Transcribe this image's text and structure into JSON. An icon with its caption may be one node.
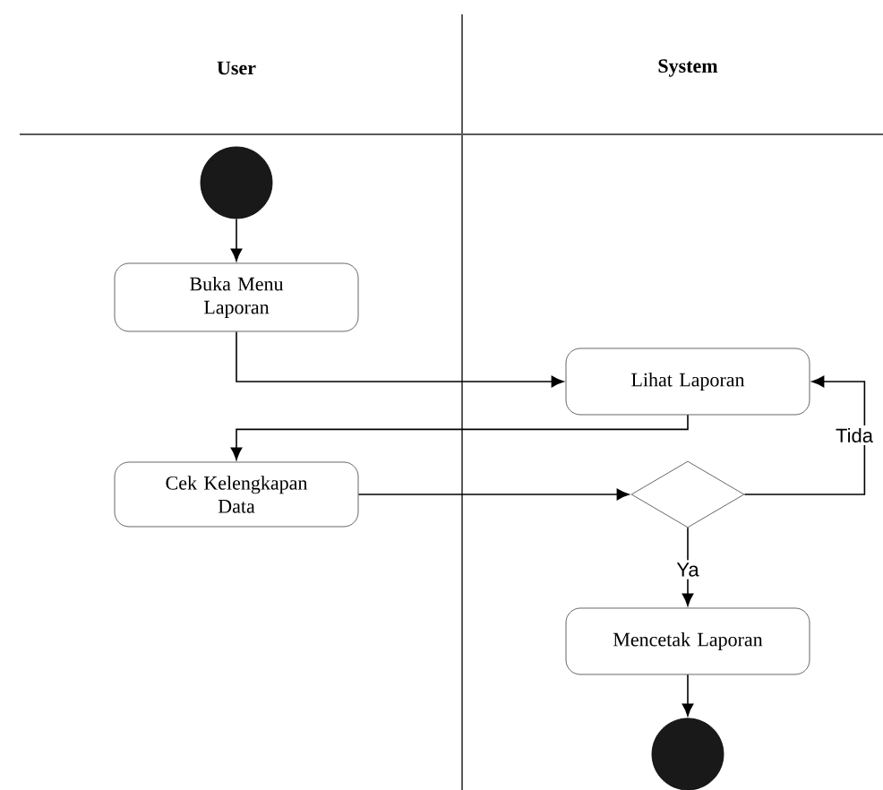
{
  "diagram": {
    "nodes": [
      {
        "text": [],
        "shape": "circle"
      },
      {
        "text": [
          "Buka Menu Laporan"
        ]
      },
      {
        "text": [
          "Lihat Laporan"
        ]
      },
      {
        "text": [
          "Cek Kelengkapan Data"
        ]
      },
      {
        "text": [],
        "shape": "diamond"
      },
      {
        "text": [
          "Mencetak Laporan"
        ]
      },
      {
        "text": [],
        "shape": "circle"
      }
    ],
    "edges": [
      {
        "from": 0,
        "to": 1,
        "arrow": "to"
      },
      {
        "from": 1,
        "to": 2,
        "arrow": "to"
      },
      {
        "from": 2,
        "to": 3,
        "arrow": "to"
      },
      {
        "from": 3,
        "to": 4,
        "arrow": "to"
      },
      {
        "from": 4,
        "to": 2,
        "arrow": "to",
        "label": "Tida"
      },
      {
        "from": 4,
        "to": 5,
        "arrow": "to",
        "label": "Ya"
      },
      {
        "from": 5,
        "to": 6,
        "arrow": "to"
      }
    ],
    "labels": [
      "User",
      "System"
    ]
  }
}
